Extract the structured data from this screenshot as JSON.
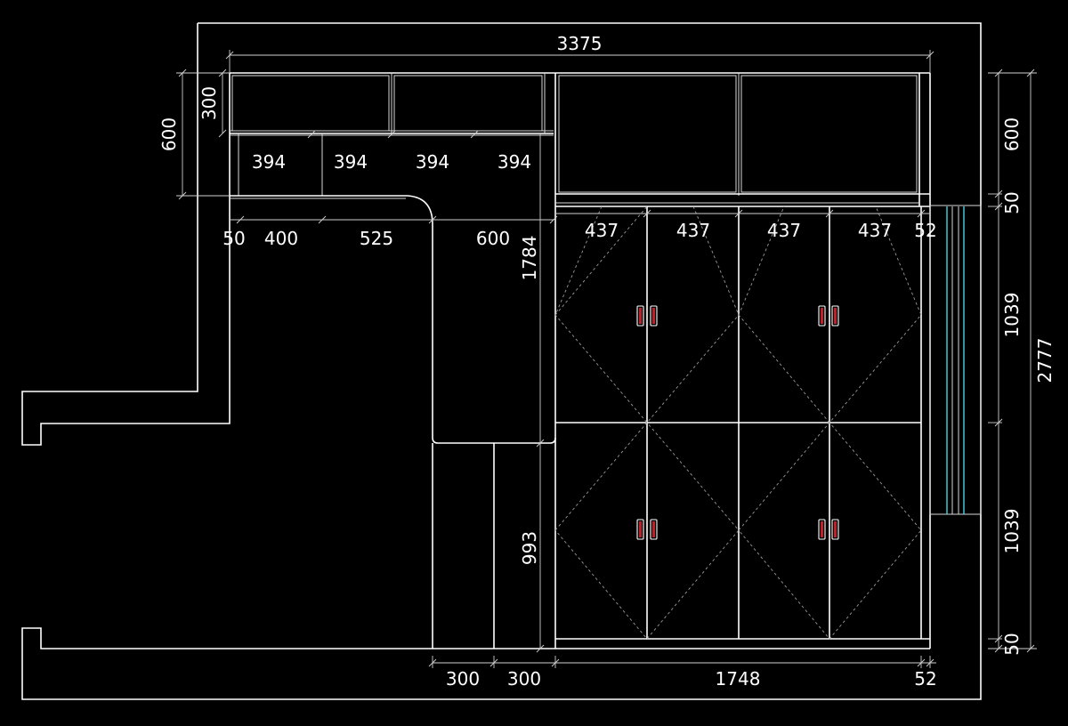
{
  "dimensions": {
    "overall_width": "3375",
    "overall_height": "2777",
    "left_600": "600",
    "left_300": "300",
    "shelf_1": "394",
    "shelf_2": "394",
    "shelf_3": "394",
    "shelf_4": "394",
    "desk_50": "50",
    "desk_400": "400",
    "desk_525": "525",
    "desk_600": "600",
    "height_1784": "1784",
    "height_993": "993",
    "door_1": "437",
    "door_2": "437",
    "door_3": "437",
    "door_4": "437",
    "side_52_top": "52",
    "right_600": "600",
    "right_50_top": "50",
    "right_1039_top": "1039",
    "right_1039_bottom": "1039",
    "right_50_bottom": "50",
    "bottom_300_a": "300",
    "bottom_300_b": "300",
    "bottom_1748": "1748",
    "bottom_52": "52"
  },
  "colors": {
    "background": "#000000",
    "line": "#ffffff",
    "window_glass": "#3fd6e6",
    "handle": "#c0202a"
  },
  "icons": {
    "handle": "wardrobe-handle-icon"
  }
}
